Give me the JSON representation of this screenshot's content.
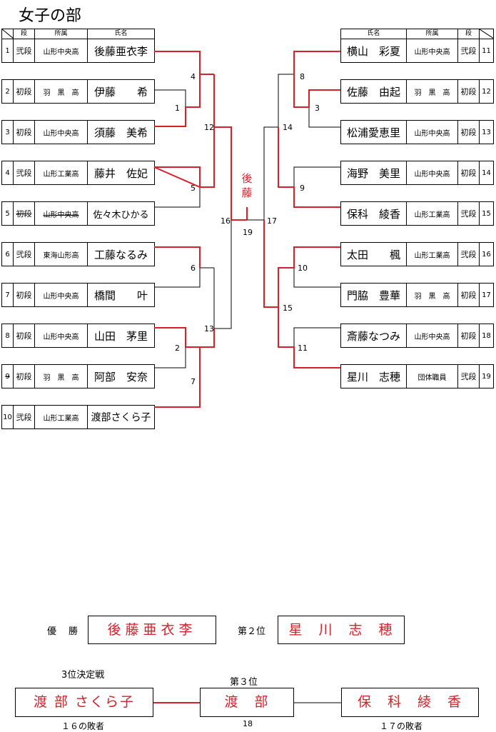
{
  "title": "女子の部",
  "headers": {
    "rank": "段",
    "affil": "所属",
    "name": "氏名"
  },
  "left": [
    {
      "no": "1",
      "rank": "弐段",
      "affil": "山形中央高",
      "name": "後藤亜衣李"
    },
    {
      "no": "2",
      "rank": "初段",
      "affil": "羽　黒　高",
      "name": "伊藤　　希"
    },
    {
      "no": "3",
      "rank": "初段",
      "affil": "山形中央高",
      "name": "須藤　美希"
    },
    {
      "no": "4",
      "rank": "弐段",
      "affil": "山形工業高",
      "name": "藤井　佐妃"
    },
    {
      "no": "5",
      "rank": "初段",
      "affil": "山形中央高",
      "name": "佐々木ひかる"
    },
    {
      "no": "6",
      "rank": "弐段",
      "affil": "東海山形高",
      "name": "工藤なるみ"
    },
    {
      "no": "7",
      "rank": "初段",
      "affil": "山形中央高",
      "name": "橋間　　叶"
    },
    {
      "no": "8",
      "rank": "初段",
      "affil": "山形中央高",
      "name": "山田　茅里"
    },
    {
      "no": "9",
      "rank": "初段",
      "affil": "羽　黒　高",
      "name": "阿部　安奈"
    },
    {
      "no": "10",
      "rank": "弐段",
      "affil": "山形工業高",
      "name": "渡部さくら子"
    }
  ],
  "right": [
    {
      "no": "11",
      "rank": "弐段",
      "affil": "山形中央高",
      "name": "横山　彩夏"
    },
    {
      "no": "12",
      "rank": "初段",
      "affil": "羽　黒　高",
      "name": "佐藤　由起"
    },
    {
      "no": "13",
      "rank": "初段",
      "affil": "山形中央高",
      "name": "松浦愛恵里"
    },
    {
      "no": "14",
      "rank": "初段",
      "affil": "山形中央高",
      "name": "海野　美里"
    },
    {
      "no": "15",
      "rank": "弐段",
      "affil": "山形工業高",
      "name": "保科　綾香"
    },
    {
      "no": "16",
      "rank": "弐段",
      "affil": "山形工業高",
      "name": "太田　　楓"
    },
    {
      "no": "17",
      "rank": "初段",
      "affil": "羽　黒　高",
      "name": "門脇　豊華"
    },
    {
      "no": "18",
      "rank": "初段",
      "affil": "山形中央高",
      "name": "斎藤なつみ"
    },
    {
      "no": "19",
      "rank": "弐段",
      "affil": "団体職員",
      "name": "星川　志穂"
    }
  ],
  "match_numbers": {
    "m1": "1",
    "m2": "2",
    "m3": "3",
    "m4": "4",
    "m5": "5",
    "m6": "6",
    "m7": "7",
    "m8": "8",
    "m9": "9",
    "m10": "10",
    "m11": "11",
    "m12": "12",
    "m13": "13",
    "m14": "14",
    "m15": "15",
    "m16": "16",
    "m17": "17",
    "m18": "18",
    "m19": "19"
  },
  "final_winner_vertical": [
    "後",
    "藤"
  ],
  "results": {
    "champion_label": "優　勝",
    "champion": "後藤亜衣李",
    "second_label": "第２位",
    "second": "星　川　志　穂",
    "third_playoff_label": "3位決定戦",
    "third_label": "第３位",
    "third_left": "渡 部 さくら子",
    "third_center": "渡　部",
    "third_right": "保　科　綾　香",
    "loser16": "１６の敗者",
    "loser17": "１７の敗者",
    "match18": "18"
  },
  "colors": {
    "winner_line": "#d6202a"
  }
}
